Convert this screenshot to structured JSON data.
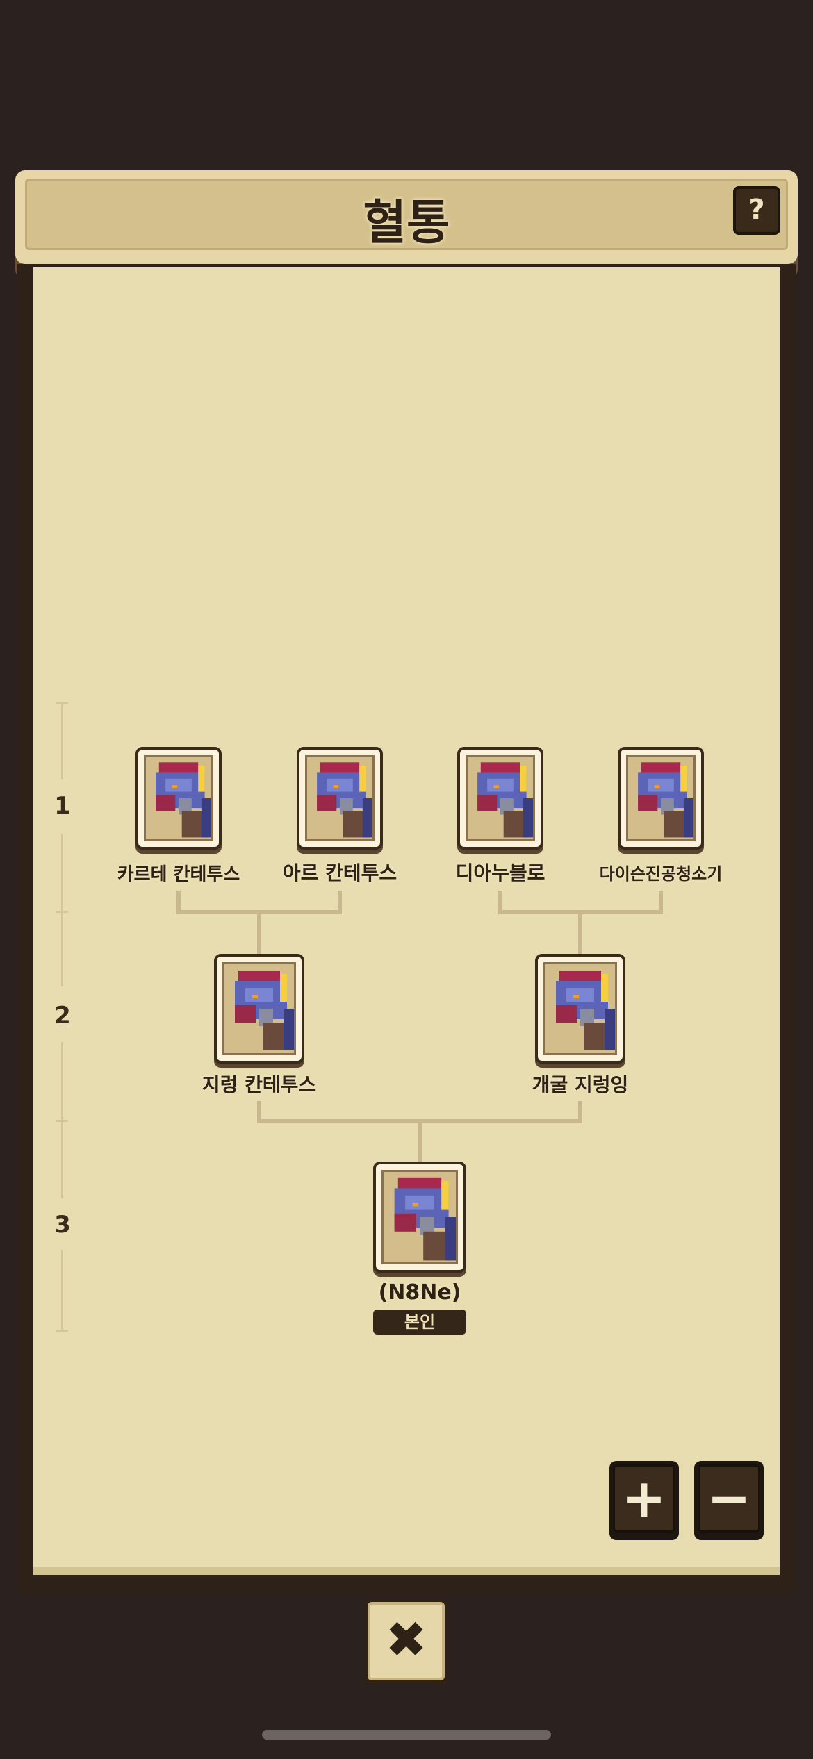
{
  "header": {
    "title": "혈통",
    "help_icon": "?"
  },
  "generations": [
    "1",
    "2",
    "3"
  ],
  "tree": {
    "gen1": [
      {
        "name": "카르테 칸테투스"
      },
      {
        "name": "아르 칸테투스"
      },
      {
        "name": "디아누블로"
      },
      {
        "name": "다이슨진공청소기"
      }
    ],
    "gen2": [
      {
        "name": "지렁 칸테투스"
      },
      {
        "name": "개굴 지렁잉"
      }
    ],
    "gen3": {
      "name": "(N8Ne)",
      "badge": "본인"
    }
  },
  "controls": {
    "zoom_in": "+",
    "zoom_out": "−",
    "close": "✖"
  }
}
